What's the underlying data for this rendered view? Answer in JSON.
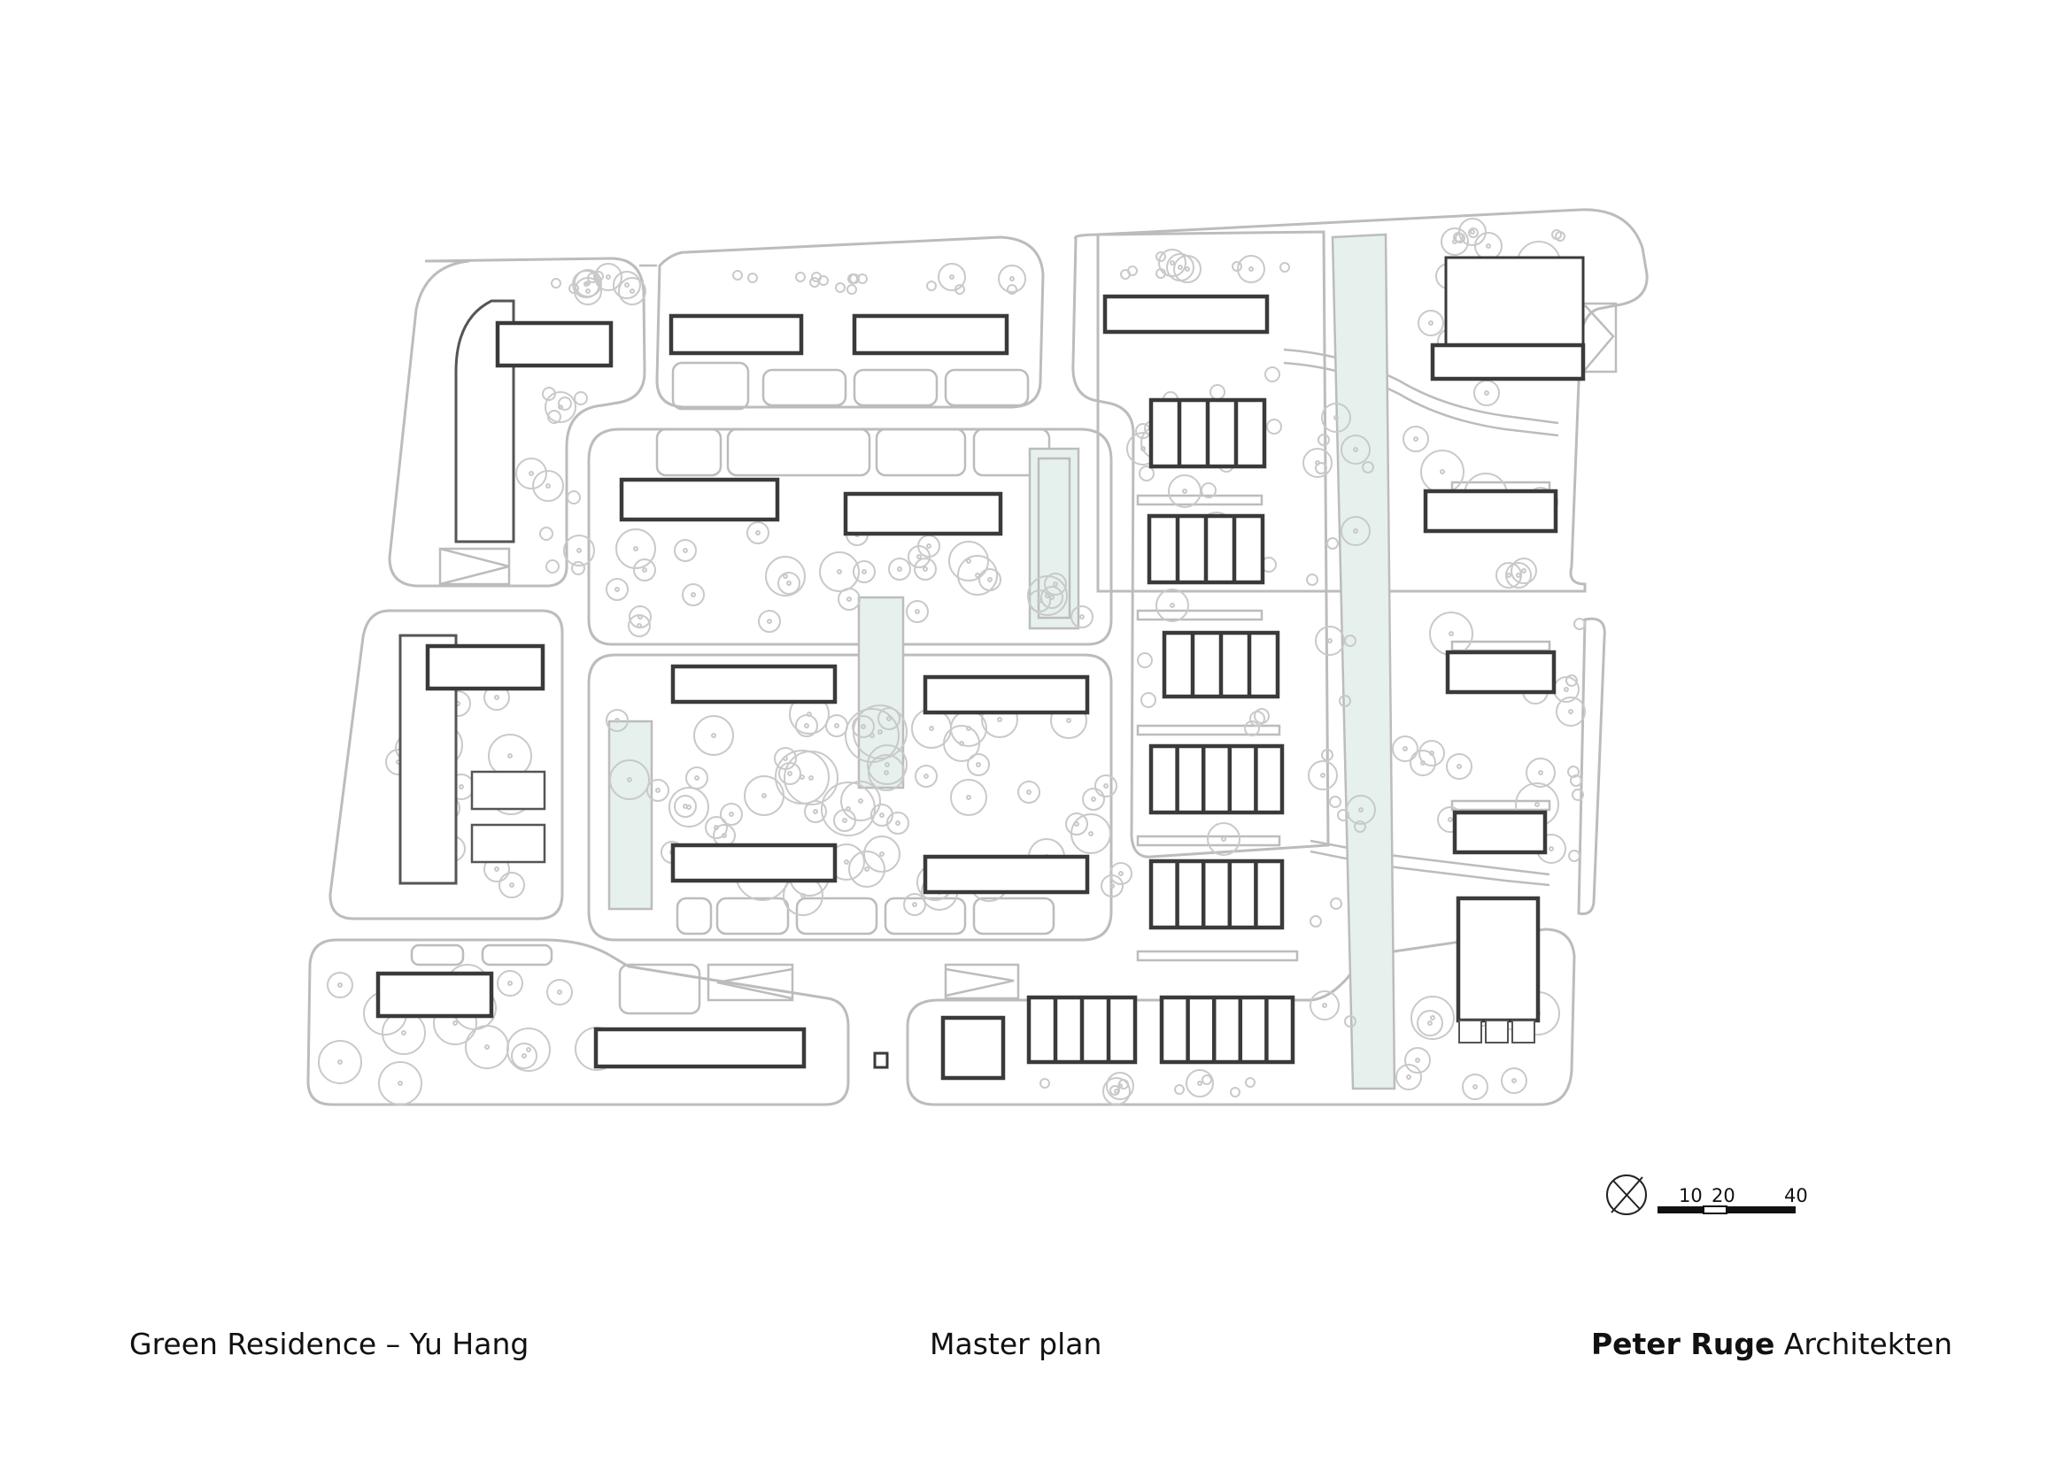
{
  "footer": {
    "project_title": "Green Residence – Yu Hang",
    "drawing_title": "Master plan",
    "firm_bold": "Peter Ruge",
    "firm_regular": "Architekten"
  },
  "scale_bar": {
    "labels": [
      "10",
      "20",
      "40"
    ]
  },
  "icons": {
    "north_arrow": "north-arrow-icon"
  },
  "colors": {
    "outline": "#bcbcbc",
    "building": "#3a3a3a",
    "water": "#e6f1ee",
    "tree": "#c9c9c9"
  }
}
